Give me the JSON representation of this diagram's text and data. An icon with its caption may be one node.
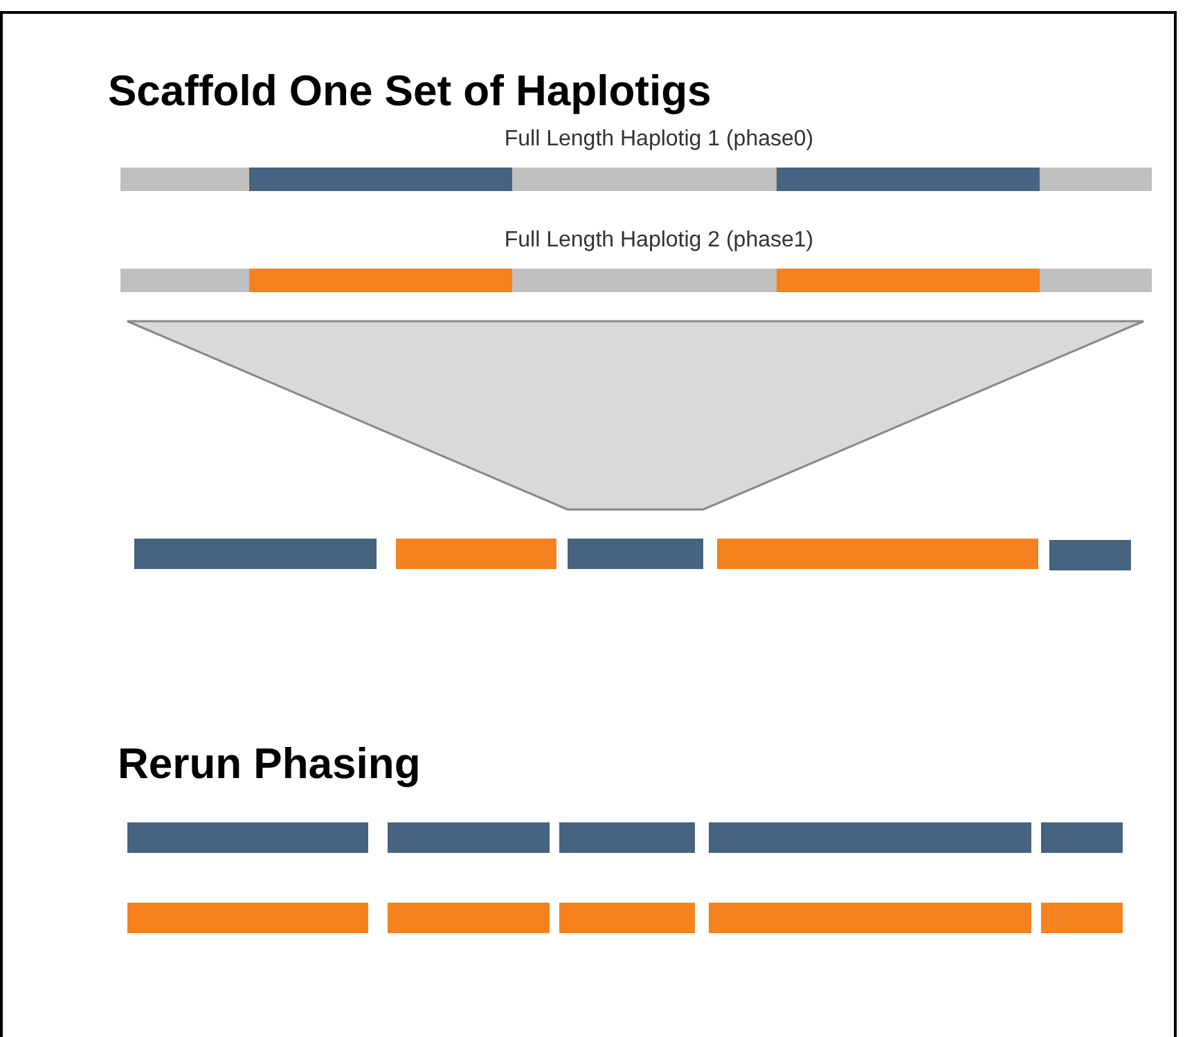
{
  "diagram": {
    "title": "Scaffold One Set of Haplotigs",
    "nodes": [
      {
        "text": [
          "Full Length Haplotig 1 (phase0)"
        ]
      },
      {
        "text": [
          "Full Length Haplotig 2 (phase1)"
        ]
      }
    ],
    "labels": [
      "Rerun Phasing"
    ]
  }
}
